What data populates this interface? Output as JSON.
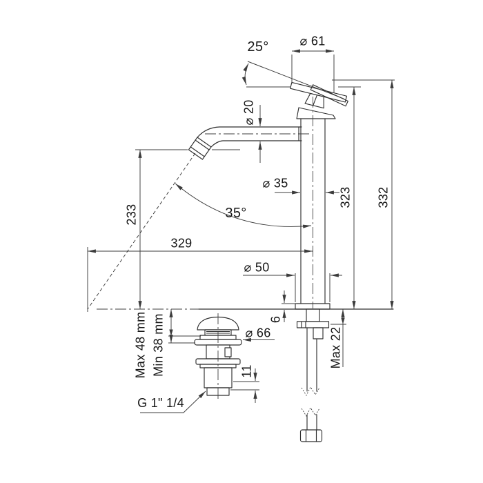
{
  "colors": {
    "line": "#2f2f2f",
    "dimension": "#3c3c3c",
    "text": "#161616",
    "background": "#ffffff"
  },
  "dimensions": {
    "handle_angle": "25°",
    "handle_diameter": "⌀ 61",
    "spout_diameter": "⌀ 20",
    "body_diameter": "⌀ 35",
    "stream_angle": "35°",
    "spout_height": "233",
    "spout_reach": "329",
    "height_to_handle": "323",
    "total_height": "332",
    "base_diameter": "⌀ 50",
    "base_plate_height": "6",
    "max_deck_thickness": "Max 22",
    "drain_cap_diameter": "⌀ 66",
    "drain_max_height": "Max 48 mm",
    "drain_min_height": "Min 38 mm",
    "drain_tail_length": "11",
    "drain_thread": "G 1\" 1/4"
  }
}
